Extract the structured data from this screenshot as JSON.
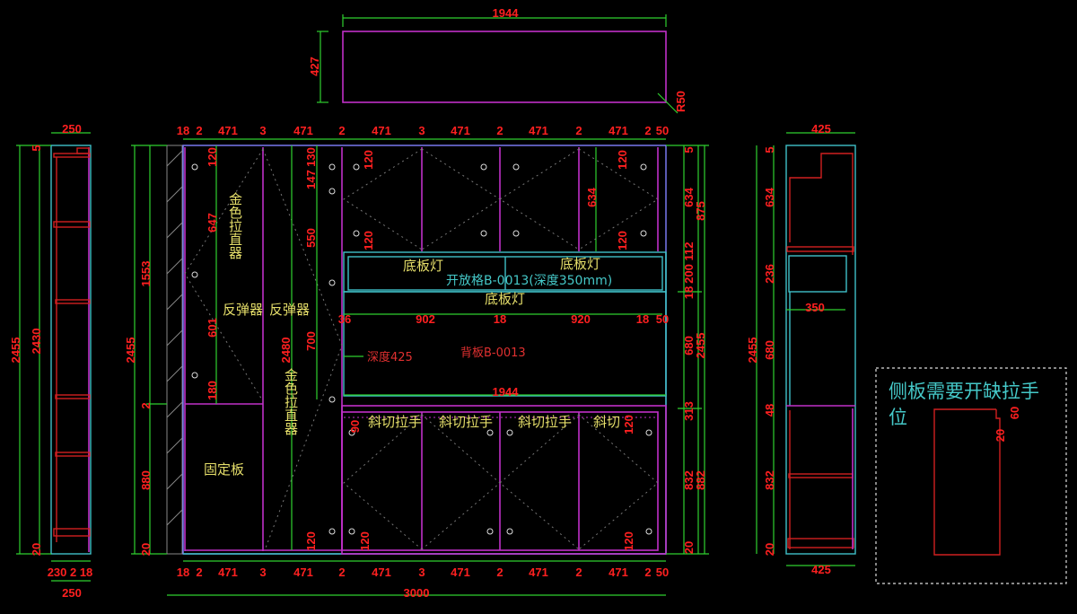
{
  "top_view": {
    "width": "1944",
    "depth": "427",
    "radius": "R50"
  },
  "front": {
    "top_dims": [
      "18",
      "2",
      "471",
      "3",
      "471",
      "2",
      "471",
      "3",
      "471",
      "2",
      "471",
      "2",
      "471",
      "2",
      "50"
    ],
    "bottom_dims": [
      "18",
      "2",
      "471",
      "3",
      "471",
      "2",
      "471",
      "3",
      "471",
      "2",
      "471",
      "2",
      "471",
      "2",
      "50"
    ],
    "overall_width": "3000",
    "left_dims": [
      "2455",
      "1553",
      "2",
      "880",
      "20"
    ],
    "right_dims_inner": [
      "5",
      "634",
      "112",
      "200",
      "18",
      "680",
      "313",
      "832",
      "20"
    ],
    "right_dims_outer": [
      "875",
      "2455",
      "882"
    ],
    "mid_dims": [
      "36",
      "902",
      "18",
      "920",
      "18",
      "50"
    ],
    "backboard_width": "1944",
    "door_dims": [
      "120",
      "647",
      "601",
      "180",
      "130",
      "147",
      "550",
      "700",
      "2480",
      "120",
      "120",
      "120",
      "120",
      "634",
      "90",
      "120",
      "120",
      "120",
      "120"
    ],
    "labels": {
      "gold_hinge": "金色拉直器",
      "rebound_1": "反弹器",
      "rebound_2": "反弹器",
      "fixed_board": "固定板",
      "base_light_1": "底板灯",
      "base_light_2": "底板灯",
      "base_light_3": "底板灯",
      "open_shelf": "开放格B-0013(深度350mm)",
      "backboard": "背板B-0013",
      "depth": "深度425",
      "bevel_handle": "斜切拉手",
      "bevel_handle_partial": "斜切"
    }
  },
  "left_side": {
    "top": "250",
    "height": "2455",
    "inner": "2430",
    "top_gap": "5",
    "bottom_gap": "20",
    "bottom_parts": "230 2 18",
    "bottom": "250"
  },
  "right_side": {
    "top": "425",
    "height": "2455",
    "dims": [
      "5",
      "634",
      "236",
      "680",
      "48",
      "832",
      "20"
    ],
    "shelf_depth": "350",
    "bottom": "425"
  },
  "note": {
    "line1": "侧板需要开缺拉手",
    "line2": "位",
    "dim_a": "60",
    "dim_b": "20"
  },
  "colors": {
    "dimension": "#ff2020",
    "dim_line": "#2fd02f",
    "panel": "#c030c8",
    "cyan": "#40c0c8",
    "label": "#e6df6a"
  }
}
